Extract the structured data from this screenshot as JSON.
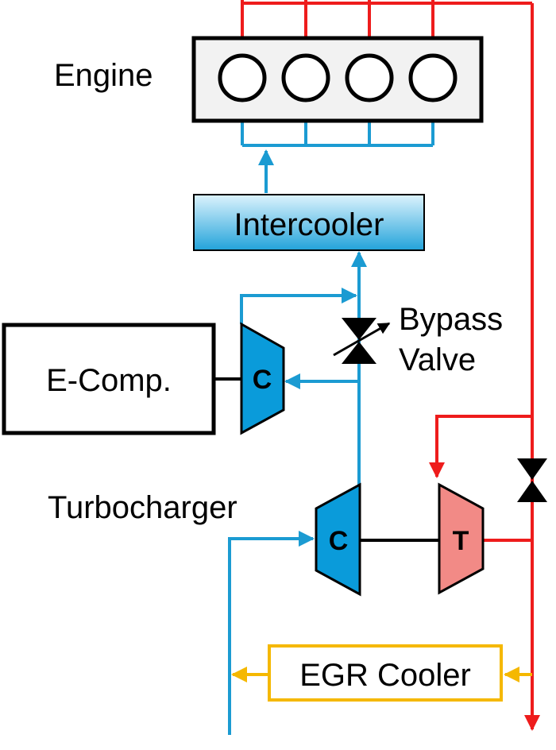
{
  "labels": {
    "engine": "Engine",
    "intercooler": "Intercooler",
    "bypass_line1": "Bypass",
    "bypass_line2": "Valve",
    "ecomp": "E-Comp.",
    "turbocharger": "Turbocharger",
    "egr_cooler": "EGR Cooler",
    "compressor_e": "C",
    "compressor_turbo": "C",
    "turbine": "T"
  },
  "colors": {
    "air_line": "#1B9BD2",
    "exhaust_line": "#EE1C1C",
    "egr_line": "#F5B800",
    "intercooler_top": "#D8F1FC",
    "intercooler_bottom": "#2AA6DC",
    "compressor_fill": "#0A9BDA",
    "turbine_fill": "#F28A86",
    "engine_block": "#F2F2F2",
    "outline": "#000000"
  },
  "icons": {
    "bypass_valve": "variable-valve-icon",
    "egr_valve": "butterfly-valve-icon",
    "cylinders": "cylinder-circle-icon"
  }
}
